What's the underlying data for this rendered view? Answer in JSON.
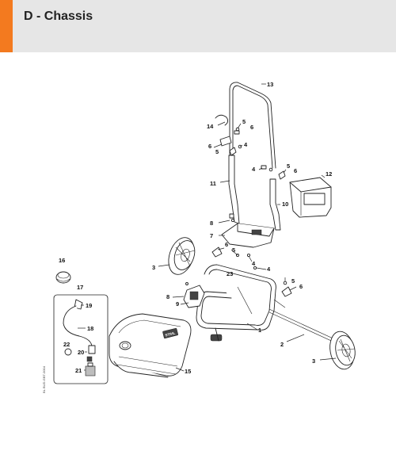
{
  "header": {
    "title": "D - Chassis"
  },
  "side_code": "BUD-GBT-0004",
  "side_code_2": "BL",
  "callouts": {
    "c1": "1",
    "c2": "2",
    "c3a": "3",
    "c3b": "3",
    "c4a": "4",
    "c4b": "4",
    "c4c": "4",
    "c4d": "4",
    "c5a": "5",
    "c5b": "5",
    "c5c": "5",
    "c5d": "5",
    "c5e": "5",
    "c6a": "6",
    "c6b": "6",
    "c6c": "6",
    "c6d": "6",
    "c6e": "6",
    "c7": "7",
    "c8a": "8",
    "c8b": "8",
    "c9": "9",
    "c10": "10",
    "c11": "11",
    "c12": "12",
    "c13": "13",
    "c14": "14",
    "c15": "15",
    "c16": "16",
    "c17": "17",
    "c18": "18",
    "c19": "19",
    "c20": "20",
    "c21": "21",
    "c22": "22",
    "c23": "23"
  },
  "tank_logo": "STIHL"
}
